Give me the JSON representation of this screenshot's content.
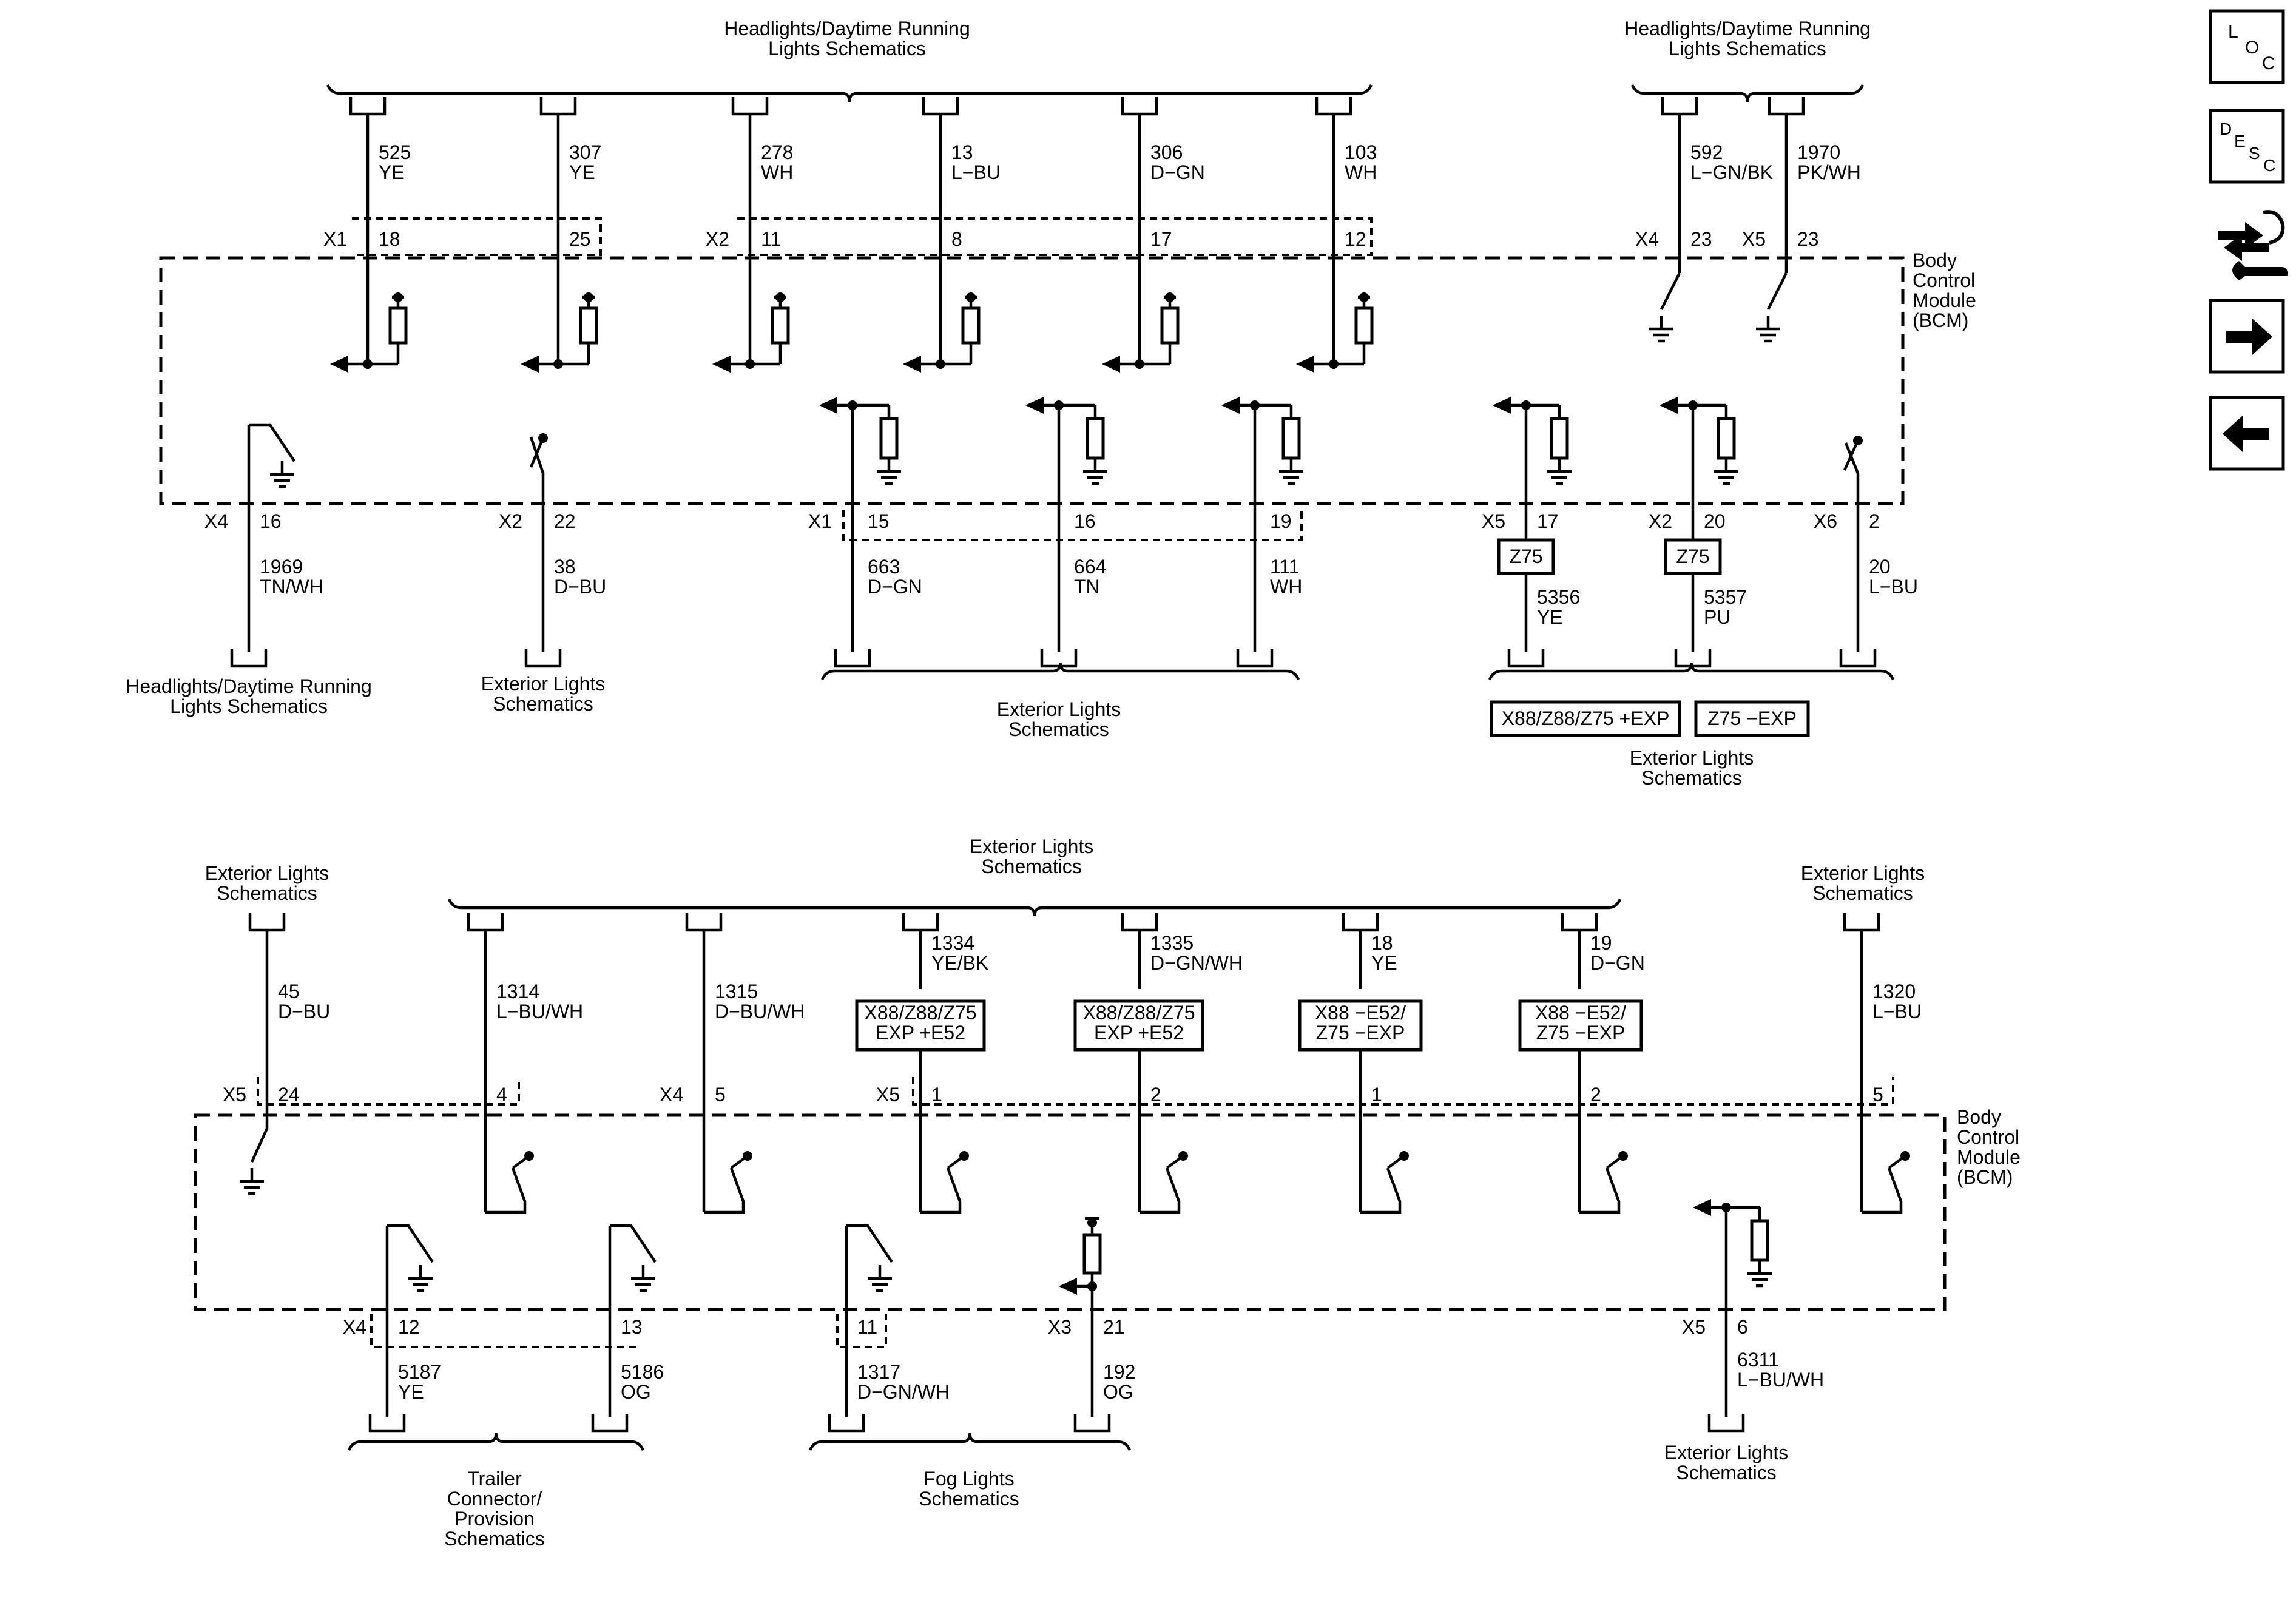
{
  "blocks": {
    "top_left_ref": "Headlights/Daytime Running\nLights Schematics",
    "top_right_ref": "Headlights/Daytime Running\nLights Schematics",
    "bcm_label_top": "Body\nControl\nModule\n(BCM)",
    "bcm_label_bottom": "Body\nControl\nModule\n(BCM)",
    "row1_left_ref": "Headlights/Daytime Running\nLights Schematics",
    "row1_ext_ref": "Exterior Lights\nSchematics",
    "row1_mid_ref": "Exterior Lights\nSchematics",
    "row1_right_ref": "Exterior Lights\nSchematics",
    "bottom_top_ref": "Exterior Lights\nSchematics",
    "bottom_left_ref": "Exterior Lights\nSchematics",
    "bottom_right_ref": "Exterior Lights\nSchematics",
    "trailer_ref": "Trailer\nConnector/\nProvision\nSchematics",
    "fog_ref": "Fog Lights\nSchematics",
    "bottom_ext_ref": "Exterior Lights\nSchematics"
  },
  "options": {
    "z75a": "Z75",
    "z75b": "Z75",
    "opt_exp": "X88/Z88/Z75 +EXP",
    "opt_z75exp": "Z75 −EXP",
    "opt1": "X88/Z88/Z75\nEXP +E52",
    "opt2": "X88/Z88/Z75\nEXP +E52",
    "opt3": "X88 −E52/\nZ75 −EXP",
    "opt4": "X88 −E52/\nZ75 −EXP"
  },
  "top_wires": [
    {
      "circuit": "525",
      "color": "YE",
      "conn": "X1",
      "pin": "18"
    },
    {
      "circuit": "307",
      "color": "YE",
      "conn": "",
      "pin": "25"
    },
    {
      "circuit": "278",
      "color": "WH",
      "conn": "X2",
      "pin": "11"
    },
    {
      "circuit": "13",
      "color": "L−BU",
      "conn": "",
      "pin": "8"
    },
    {
      "circuit": "306",
      "color": "D−GN",
      "conn": "",
      "pin": "17"
    },
    {
      "circuit": "103",
      "color": "WH",
      "conn": "",
      "pin": "12"
    },
    {
      "circuit": "592",
      "color": "L−GN/BK",
      "conn": "X4",
      "pin": "23"
    },
    {
      "circuit": "1970",
      "color": "PK/WH",
      "conn": "X5",
      "pin": "23"
    }
  ],
  "row1_wires": [
    {
      "circuit": "1969",
      "color": "TN/WH",
      "conn": "X4",
      "pin": "16"
    },
    {
      "circuit": "38",
      "color": "D−BU",
      "conn": "X2",
      "pin": "22"
    },
    {
      "circuit": "663",
      "color": "D−GN",
      "conn": "X1",
      "pin": "15"
    },
    {
      "circuit": "664",
      "color": "TN",
      "conn": "",
      "pin": "16"
    },
    {
      "circuit": "111",
      "color": "WH",
      "conn": "",
      "pin": "19"
    },
    {
      "circuit": "5356",
      "color": "YE",
      "conn": "X5",
      "pin": "17"
    },
    {
      "circuit": "5357",
      "color": "PU",
      "conn": "X2",
      "pin": "20"
    },
    {
      "circuit": "20",
      "color": "L−BU",
      "conn": "X6",
      "pin": "2"
    }
  ],
  "bot_top_wires": [
    {
      "circuit": "45",
      "color": "D−BU",
      "conn": "X5",
      "pin": "24"
    },
    {
      "circuit": "1314",
      "color": "L−BU/WH",
      "conn": "",
      "pin": "4"
    },
    {
      "circuit": "1315",
      "color": "D−BU/WH",
      "conn": "X4",
      "pin": "5"
    },
    {
      "circuit": "1334",
      "color": "YE/BK",
      "conn": "X5",
      "pin": "1"
    },
    {
      "circuit": "1335",
      "color": "D−GN/WH",
      "conn": "",
      "pin": "2"
    },
    {
      "circuit": "18",
      "color": "YE",
      "conn": "",
      "pin": "1"
    },
    {
      "circuit": "19",
      "color": "D−GN",
      "conn": "",
      "pin": "2"
    },
    {
      "circuit": "1320",
      "color": "L−BU",
      "conn": "",
      "pin": "5"
    }
  ],
  "bot_bottom_wires": [
    {
      "circuit": "5187",
      "color": "YE",
      "conn": "X4",
      "pin": "12"
    },
    {
      "circuit": "5186",
      "color": "OG",
      "conn": "",
      "pin": "13"
    },
    {
      "circuit": "1317",
      "color": "D−GN/WH",
      "conn": "",
      "pin": "11"
    },
    {
      "circuit": "192",
      "color": "OG",
      "conn": "X3",
      "pin": "21"
    },
    {
      "circuit": "6311",
      "color": "L−BU/WH",
      "conn": "X5",
      "pin": "6"
    }
  ],
  "side_icons": [
    {
      "name": "location-icon",
      "letters": [
        "L",
        "O",
        "C"
      ]
    },
    {
      "name": "description-icon",
      "letters": [
        "D",
        "E",
        "S",
        "C"
      ]
    },
    {
      "name": "repair-icon"
    },
    {
      "name": "next-arrow-icon"
    },
    {
      "name": "back-arrow-icon"
    }
  ]
}
